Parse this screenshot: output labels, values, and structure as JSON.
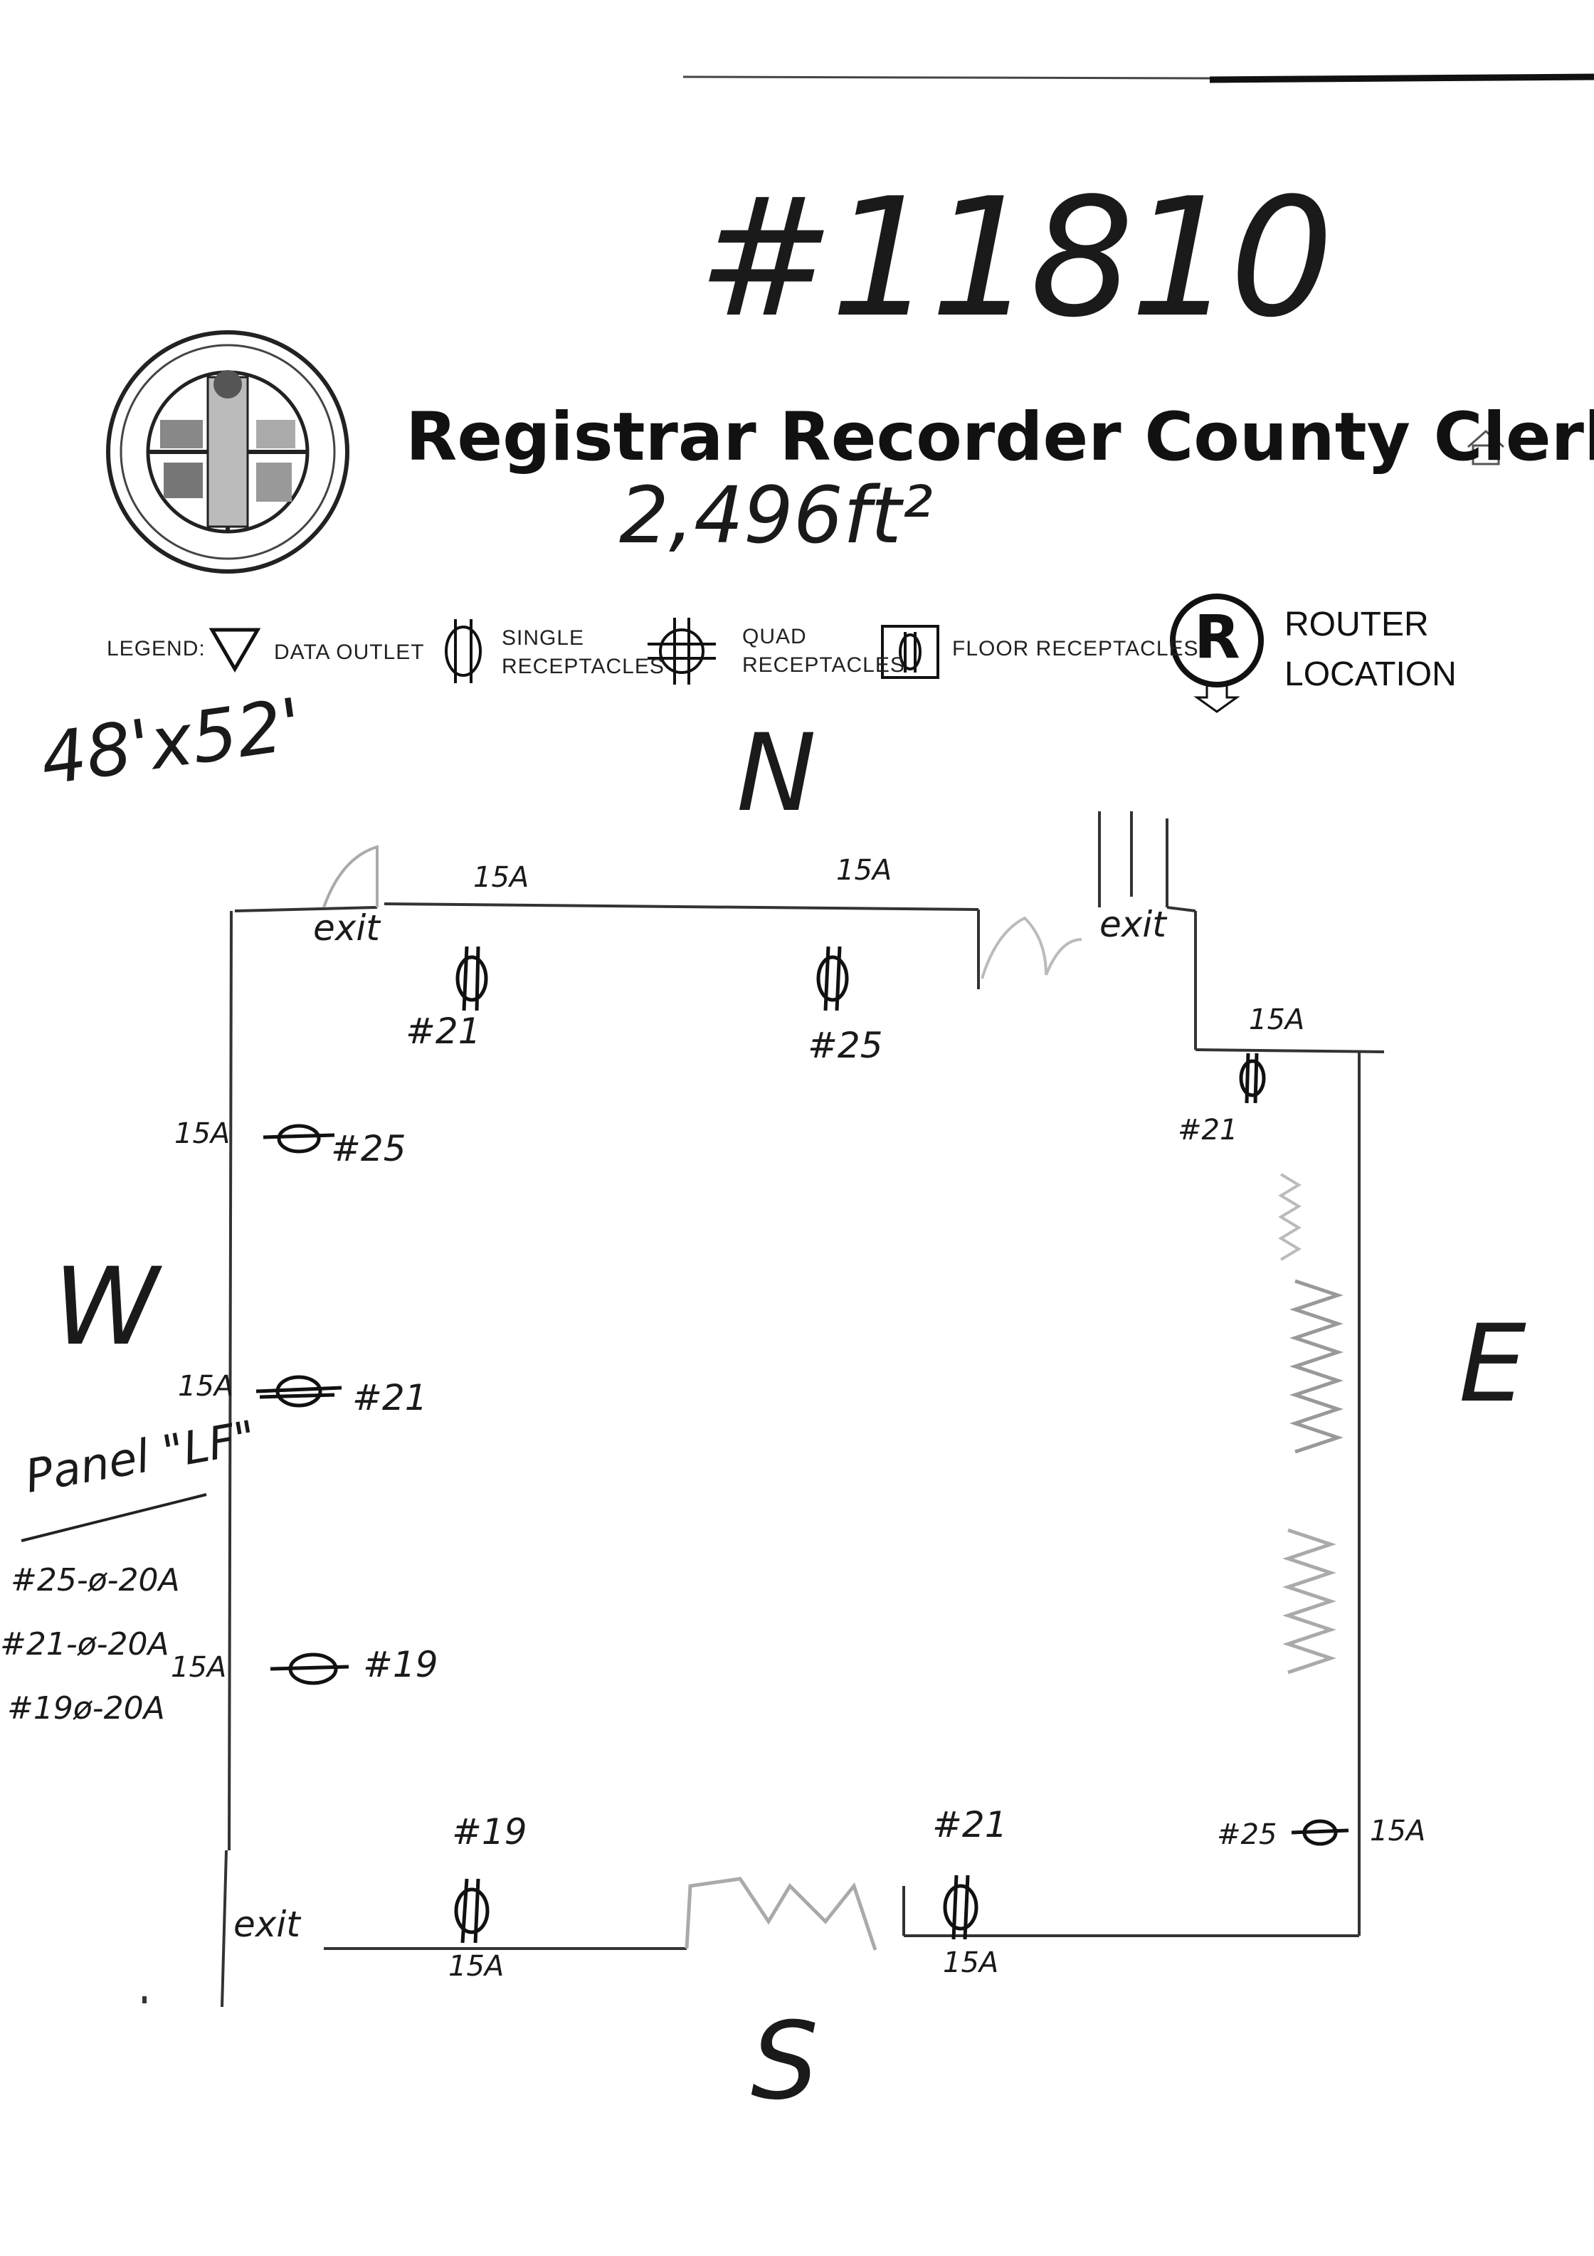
{
  "header": {
    "sheet_number": "#11810",
    "title": "Registrar Recorder County Clerk",
    "area": "2,496ft²",
    "dimensions": "48'x52'"
  },
  "legend": {
    "label": "LEGEND:",
    "items": [
      {
        "icon": "data-outlet-icon",
        "text": "DATA OUTLET"
      },
      {
        "icon": "single-receptacle-icon",
        "line1": "SINGLE",
        "line2": "RECEPTACLES"
      },
      {
        "icon": "quad-receptacle-icon",
        "line1": "QUAD",
        "line2": "RECEPTACLES"
      },
      {
        "icon": "floor-receptacle-icon",
        "text": "FLOOR RECEPTACLES"
      },
      {
        "icon": "router-icon",
        "symbol": "R",
        "line1": "ROUTER",
        "line2": "LOCATION"
      }
    ]
  },
  "compass": {
    "north": "N",
    "south": "S",
    "east": "E",
    "west": "W"
  },
  "exits": [
    "exit",
    "exit",
    "exit"
  ],
  "receptacles": {
    "north_1": {
      "amps": "15A",
      "circuit": "#21"
    },
    "north_2": {
      "amps": "15A",
      "circuit": "#25"
    },
    "northeast": {
      "amps": "15A",
      "circuit": "#21"
    },
    "west_1": {
      "amps": "15A",
      "circuit": "#25"
    },
    "west_2": {
      "amps": "15A",
      "circuit": "#21"
    },
    "west_3": {
      "amps": "15A",
      "circuit": "#19"
    },
    "south_1": {
      "amps": "15A",
      "circuit": "#19"
    },
    "south_2": {
      "amps": "15A",
      "circuit": "#21"
    },
    "southeast": {
      "amps": "15A",
      "circuit": "#25"
    }
  },
  "panel": {
    "title": "Panel \"LF\"",
    "circuits": [
      "#25-ø-20A",
      "#21-ø-20A",
      "#19ø-20A"
    ]
  }
}
